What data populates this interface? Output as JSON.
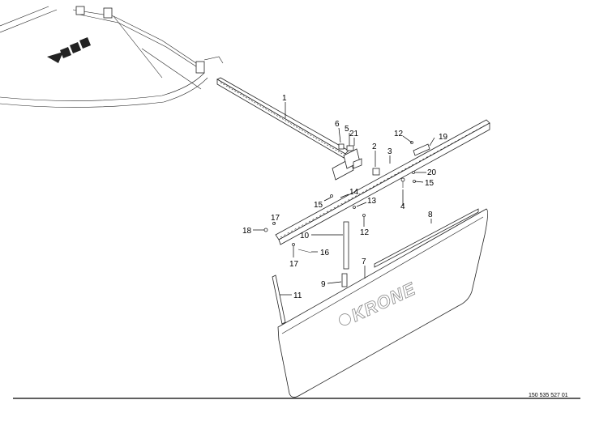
{
  "callouts": [
    {
      "id": "c1",
      "text": "1"
    },
    {
      "id": "c2",
      "text": "2"
    },
    {
      "id": "c3",
      "text": "3"
    },
    {
      "id": "c4",
      "text": "4"
    },
    {
      "id": "c5",
      "text": "5"
    },
    {
      "id": "c6",
      "text": "6"
    },
    {
      "id": "c7",
      "text": "7"
    },
    {
      "id": "c8",
      "text": "8"
    },
    {
      "id": "c9",
      "text": "9"
    },
    {
      "id": "c10",
      "text": "10"
    },
    {
      "id": "c11",
      "text": "11"
    },
    {
      "id": "c12a",
      "text": "12"
    },
    {
      "id": "c12b",
      "text": "12"
    },
    {
      "id": "c13",
      "text": "13"
    },
    {
      "id": "c14",
      "text": "14"
    },
    {
      "id": "c15a",
      "text": "15"
    },
    {
      "id": "c15b",
      "text": "15"
    },
    {
      "id": "c16",
      "text": "16"
    },
    {
      "id": "c17a",
      "text": "17"
    },
    {
      "id": "c17b",
      "text": "17"
    },
    {
      "id": "c18",
      "text": "18"
    },
    {
      "id": "c19",
      "text": "19"
    },
    {
      "id": "c20",
      "text": "20"
    },
    {
      "id": "c21",
      "text": "21"
    }
  ],
  "brand_text": "KRONE",
  "drawing_number": "150 535 527 01"
}
